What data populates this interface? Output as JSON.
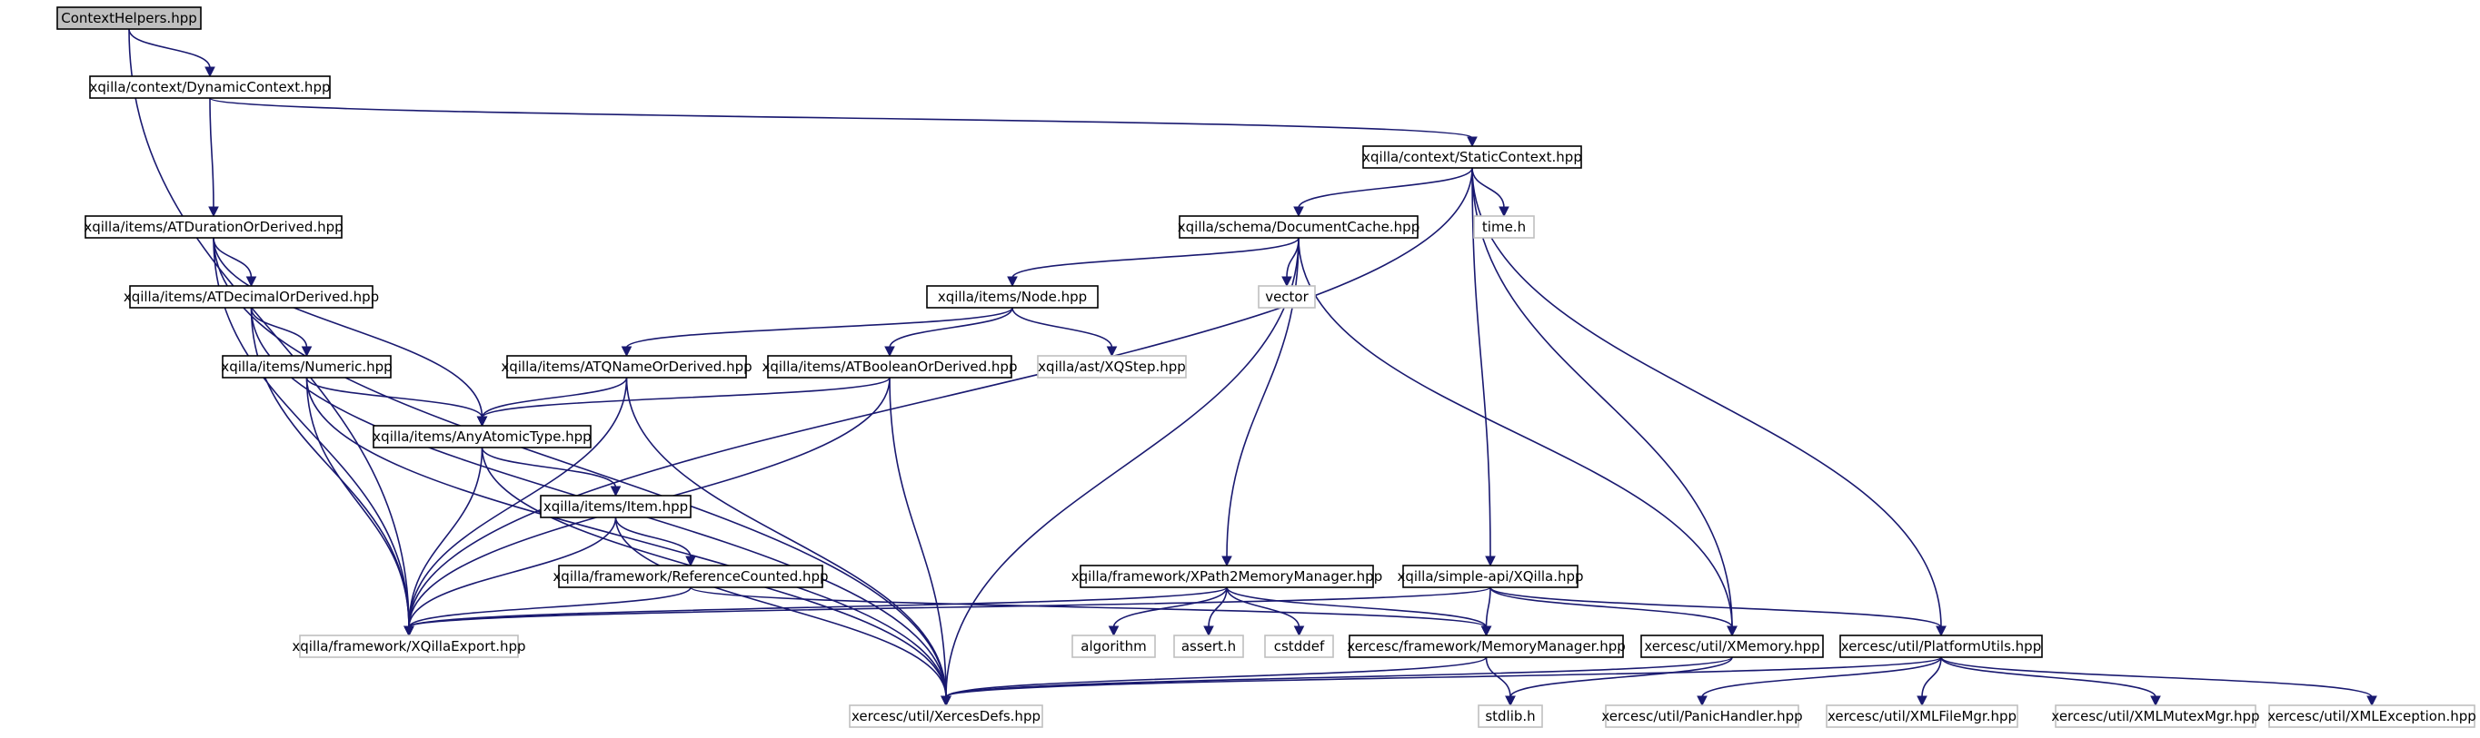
{
  "diagram": {
    "colors": {
      "edge": "#191970",
      "root_fill": "#bfbfbf",
      "ghost_border": "#bfbfbf",
      "node_border": "#000000"
    },
    "nodes": [
      {
        "id": "n0",
        "label": "ContextHelpers.hpp",
        "kind": "root"
      },
      {
        "id": "n1",
        "label": "xqilla/context/DynamicContext.hpp",
        "kind": "normal"
      },
      {
        "id": "n2",
        "label": "xqilla/context/StaticContext.hpp",
        "kind": "normal"
      },
      {
        "id": "n3",
        "label": "xqilla/items/ATDurationOrDerived.hpp",
        "kind": "normal"
      },
      {
        "id": "n4",
        "label": "xqilla/schema/DocumentCache.hpp",
        "kind": "normal"
      },
      {
        "id": "n5",
        "label": "time.h",
        "kind": "ghost"
      },
      {
        "id": "n6",
        "label": "xqilla/items/ATDecimalOrDerived.hpp",
        "kind": "normal"
      },
      {
        "id": "n7",
        "label": "xqilla/items/Node.hpp",
        "kind": "normal"
      },
      {
        "id": "n8",
        "label": "vector",
        "kind": "ghost"
      },
      {
        "id": "n9",
        "label": "xqilla/items/Numeric.hpp",
        "kind": "normal"
      },
      {
        "id": "n10",
        "label": "xqilla/items/ATQNameOrDerived.hpp",
        "kind": "normal"
      },
      {
        "id": "n11",
        "label": "xqilla/items/ATBooleanOrDerived.hpp",
        "kind": "normal"
      },
      {
        "id": "n12",
        "label": "xqilla/ast/XQStep.hpp",
        "kind": "ghost"
      },
      {
        "id": "n13",
        "label": "xqilla/items/AnyAtomicType.hpp",
        "kind": "normal"
      },
      {
        "id": "n14",
        "label": "xqilla/items/Item.hpp",
        "kind": "normal"
      },
      {
        "id": "n15",
        "label": "xqilla/framework/ReferenceCounted.hpp",
        "kind": "normal"
      },
      {
        "id": "n16",
        "label": "xqilla/framework/XPath2MemoryManager.hpp",
        "kind": "normal"
      },
      {
        "id": "n17",
        "label": "xqilla/simple-api/XQilla.hpp",
        "kind": "normal"
      },
      {
        "id": "n18",
        "label": "xqilla/framework/XQillaExport.hpp",
        "kind": "ghost"
      },
      {
        "id": "n19",
        "label": "algorithm",
        "kind": "ghost"
      },
      {
        "id": "n20",
        "label": "assert.h",
        "kind": "ghost"
      },
      {
        "id": "n21",
        "label": "cstddef",
        "kind": "ghost"
      },
      {
        "id": "n22",
        "label": "xercesc/framework/MemoryManager.hpp",
        "kind": "normal"
      },
      {
        "id": "n23",
        "label": "xercesc/util/XMemory.hpp",
        "kind": "normal"
      },
      {
        "id": "n24",
        "label": "xercesc/util/PlatformUtils.hpp",
        "kind": "normal"
      },
      {
        "id": "n25",
        "label": "xercesc/util/XercesDefs.hpp",
        "kind": "ghost"
      },
      {
        "id": "n26",
        "label": "stdlib.h",
        "kind": "ghost"
      },
      {
        "id": "n27",
        "label": "xercesc/util/PanicHandler.hpp",
        "kind": "ghost"
      },
      {
        "id": "n28",
        "label": "xercesc/util/XMLFileMgr.hpp",
        "kind": "ghost"
      },
      {
        "id": "n29",
        "label": "xercesc/util/XMLMutexMgr.hpp",
        "kind": "ghost"
      },
      {
        "id": "n30",
        "label": "xercesc/util/XMLException.hpp",
        "kind": "ghost"
      }
    ],
    "edges": [
      [
        "n0",
        "n1"
      ],
      [
        "n0",
        "n18"
      ],
      [
        "n1",
        "n2"
      ],
      [
        "n1",
        "n3"
      ],
      [
        "n2",
        "n4"
      ],
      [
        "n2",
        "n5"
      ],
      [
        "n2",
        "n18"
      ],
      [
        "n2",
        "n17"
      ],
      [
        "n2",
        "n23"
      ],
      [
        "n2",
        "n24"
      ],
      [
        "n3",
        "n6"
      ],
      [
        "n3",
        "n13"
      ],
      [
        "n3",
        "n18"
      ],
      [
        "n3",
        "n25"
      ],
      [
        "n4",
        "n7"
      ],
      [
        "n4",
        "n8"
      ],
      [
        "n4",
        "n16"
      ],
      [
        "n4",
        "n23"
      ],
      [
        "n4",
        "n25"
      ],
      [
        "n6",
        "n9"
      ],
      [
        "n6",
        "n18"
      ],
      [
        "n6",
        "n25"
      ],
      [
        "n7",
        "n10"
      ],
      [
        "n7",
        "n11"
      ],
      [
        "n7",
        "n12"
      ],
      [
        "n9",
        "n13"
      ],
      [
        "n9",
        "n18"
      ],
      [
        "n9",
        "n25"
      ],
      [
        "n10",
        "n13"
      ],
      [
        "n10",
        "n18"
      ],
      [
        "n10",
        "n25"
      ],
      [
        "n11",
        "n13"
      ],
      [
        "n11",
        "n18"
      ],
      [
        "n11",
        "n25"
      ],
      [
        "n13",
        "n14"
      ],
      [
        "n13",
        "n18"
      ],
      [
        "n13",
        "n25"
      ],
      [
        "n14",
        "n15"
      ],
      [
        "n14",
        "n18"
      ],
      [
        "n14",
        "n25"
      ],
      [
        "n15",
        "n18"
      ],
      [
        "n15",
        "n22"
      ],
      [
        "n16",
        "n18"
      ],
      [
        "n16",
        "n19"
      ],
      [
        "n16",
        "n20"
      ],
      [
        "n16",
        "n21"
      ],
      [
        "n16",
        "n22"
      ],
      [
        "n17",
        "n18"
      ],
      [
        "n17",
        "n22"
      ],
      [
        "n17",
        "n23"
      ],
      [
        "n17",
        "n24"
      ],
      [
        "n22",
        "n25"
      ],
      [
        "n22",
        "n26"
      ],
      [
        "n23",
        "n25"
      ],
      [
        "n23",
        "n26"
      ],
      [
        "n24",
        "n25"
      ],
      [
        "n24",
        "n27"
      ],
      [
        "n24",
        "n28"
      ],
      [
        "n24",
        "n29"
      ],
      [
        "n24",
        "n30"
      ]
    ]
  }
}
